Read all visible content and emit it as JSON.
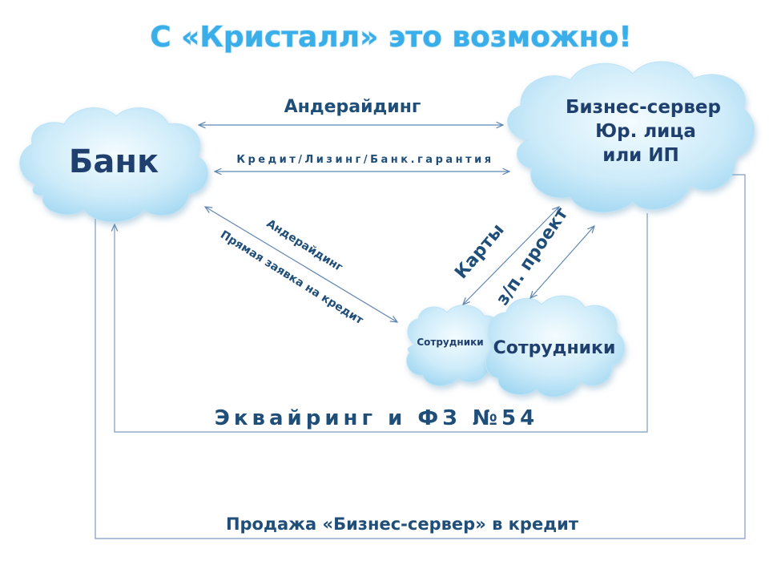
{
  "title": "С «Кристалл» это возможно!",
  "clouds": {
    "bank": "Банк",
    "business": {
      "line1": "Бизнес-сервер",
      "line2": "Юр. лица",
      "line3": "или ИП"
    },
    "employees_small": "Сотрудники",
    "employees_large": "Сотрудники"
  },
  "links": {
    "underwriting_top": "Андерайдинг",
    "credit_leasing": "Кредит/Лизинг/Банк.гарантия",
    "underwriting_diag": "Андерайдинг",
    "direct_application": "Прямая заявка на кредит",
    "cards": "Карты",
    "salary_project": "з/п. проект",
    "acquiring": "Эквайринг и ФЗ №54",
    "sale_on_credit": "Продажа «Бизнес-сервер» в кредит"
  },
  "colors": {
    "title": "#3aaee8",
    "text": "#1f4e79",
    "cloud_fill_light": "#f2fbff",
    "cloud_fill_dark": "#a6dbf4",
    "connector": "#5f86b2"
  }
}
